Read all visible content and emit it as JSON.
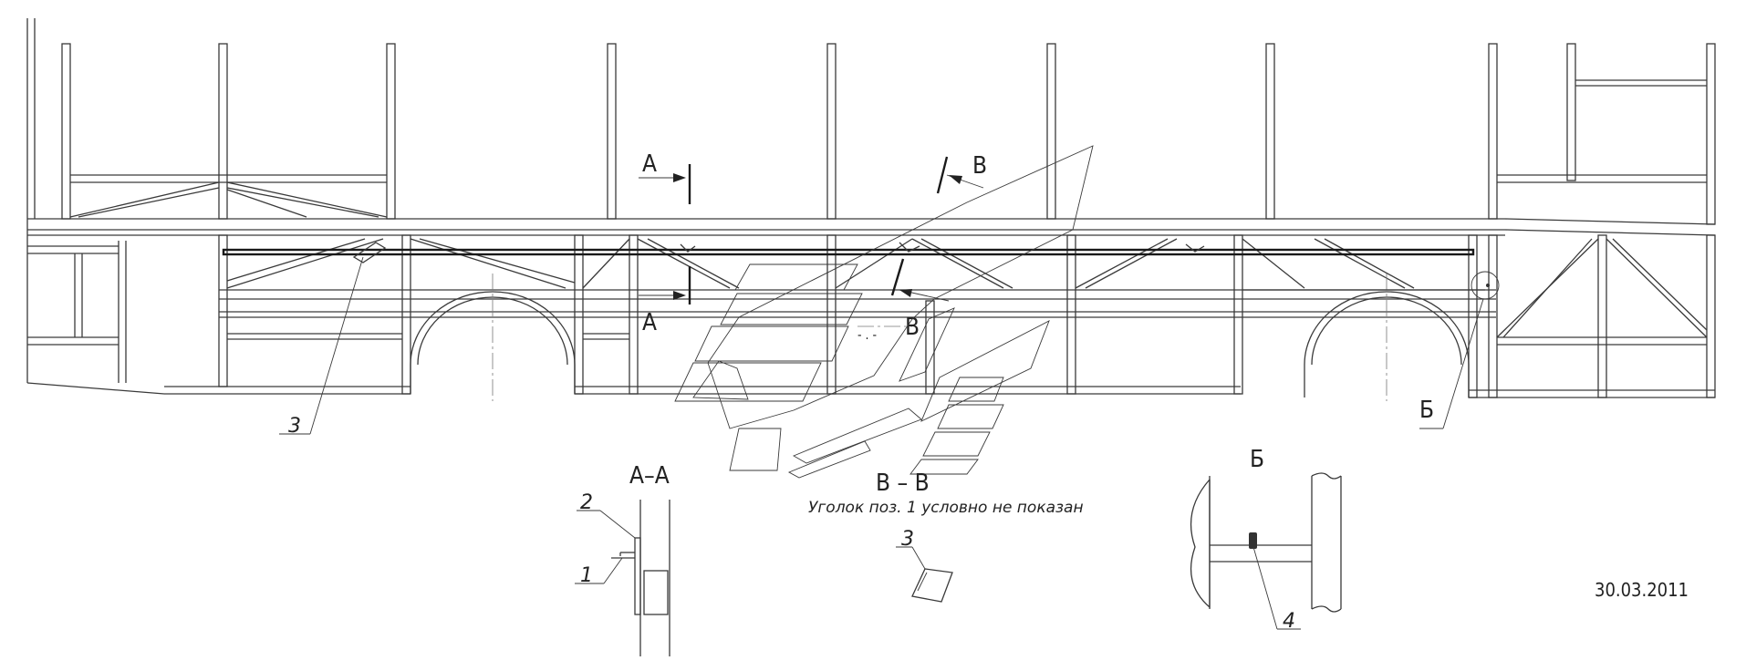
{
  "section_marks": {
    "a_top": "A",
    "a_bottom": "A",
    "b_top": "B",
    "b_bottom": "B",
    "detail_b": "Б"
  },
  "callouts": {
    "pos3_main": "3",
    "pos2": "2",
    "pos1": "1",
    "pos3_view": "3",
    "pos4": "4"
  },
  "views": {
    "section_aa_title": "A–A",
    "section_bb_title": "B – B",
    "section_bb_note": "Уголок поз. 1 условно не показан",
    "detail_b_title": "Б"
  },
  "stamp": {
    "date": "30.03.2011"
  },
  "colors": {
    "line": "#3a3a3a",
    "background": "#ffffff"
  }
}
